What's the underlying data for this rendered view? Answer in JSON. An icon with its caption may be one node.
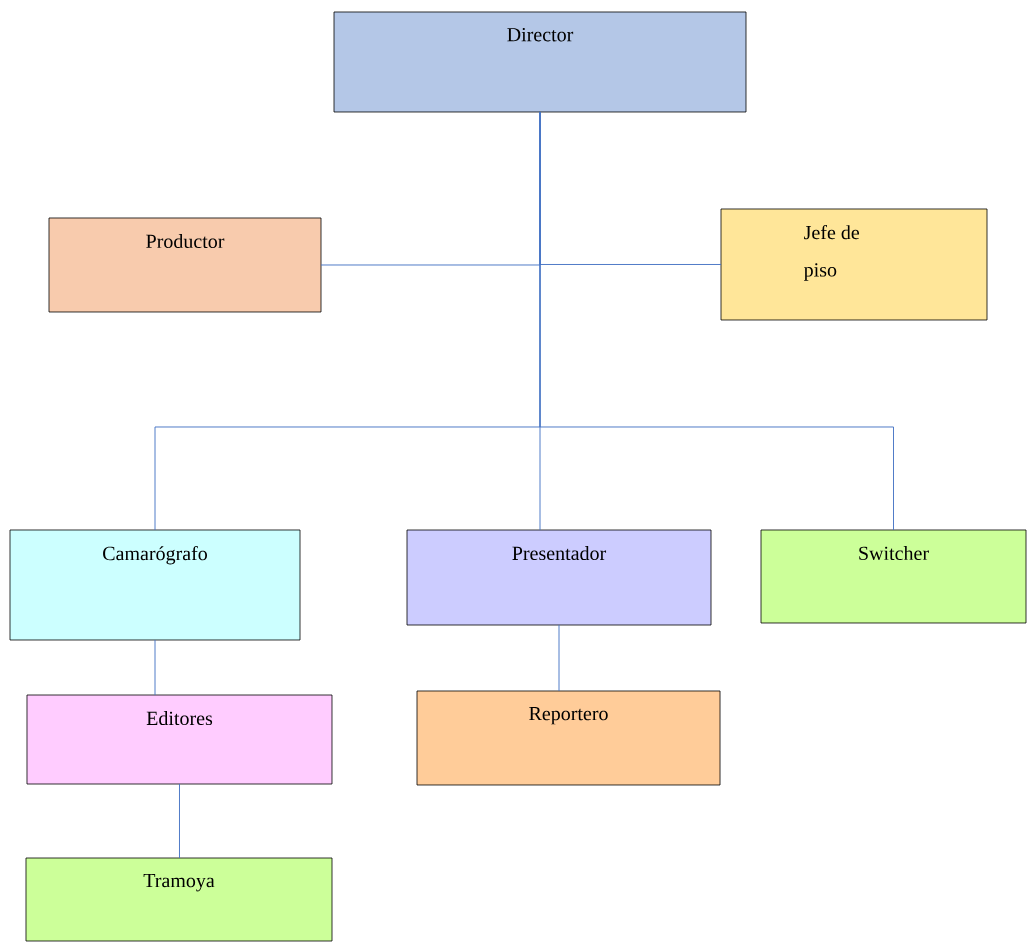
{
  "diagram": {
    "nodes": [
      {
        "text": [
          "Director"
        ]
      },
      {
        "text": [
          "Productor"
        ]
      },
      {
        "text": [
          "Jefe de piso"
        ]
      },
      {
        "text": [
          "Camarógrafo"
        ]
      },
      {
        "text": [
          "Presentador"
        ]
      },
      {
        "text": [
          "Switcher"
        ]
      },
      {
        "text": [
          "Editores"
        ]
      },
      {
        "text": [
          "Reportero"
        ]
      },
      {
        "text": [
          "Tramoya"
        ]
      }
    ],
    "edges": [
      {
        "from": 0,
        "to": 1,
        "arrow": "none"
      },
      {
        "from": 0,
        "to": 2,
        "arrow": "none"
      },
      {
        "from": 0,
        "to": 3,
        "arrow": "none"
      },
      {
        "from": 0,
        "to": 4,
        "arrow": "none"
      },
      {
        "from": 0,
        "to": 5,
        "arrow": "none"
      },
      {
        "from": 3,
        "to": 6,
        "arrow": "none"
      },
      {
        "from": 6,
        "to": 8,
        "arrow": "none"
      },
      {
        "from": 4,
        "to": 7,
        "arrow": "none"
      }
    ]
  }
}
